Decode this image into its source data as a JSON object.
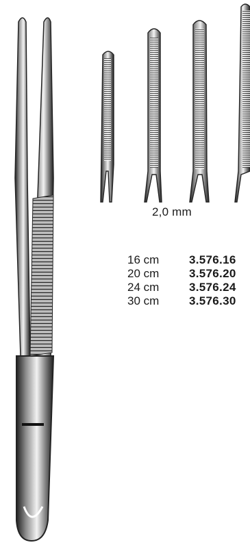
{
  "tip_width_label": "2,0 mm",
  "sizes": [
    {
      "length": "16 cm",
      "code": "3.576.16"
    },
    {
      "length": "20 cm",
      "code": "3.576.20"
    },
    {
      "length": "24 cm",
      "code": "3.576.24"
    },
    {
      "length": "30 cm",
      "code": "3.576.30"
    }
  ],
  "colors": {
    "steel_dark": "#2b2b2b",
    "steel_light": "#d9d9d9",
    "ink": "#1a1a1a"
  }
}
